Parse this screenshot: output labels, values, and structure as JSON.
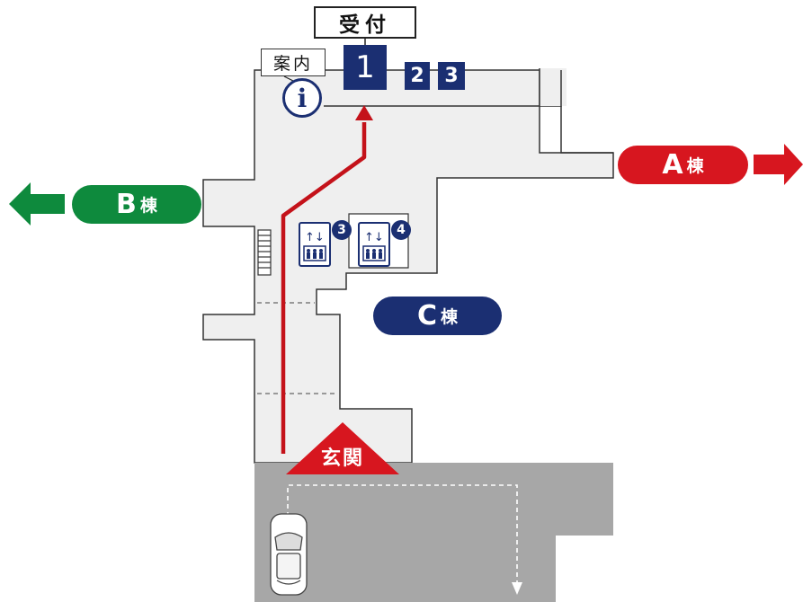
{
  "reception": {
    "label": "受付"
  },
  "info_desk": {
    "label": "案内",
    "icon": "information-icon"
  },
  "windows": [
    "1",
    "2",
    "3"
  ],
  "buildings": {
    "a": {
      "letter": "A",
      "suffix": "棟",
      "color": "#d7161f"
    },
    "b": {
      "letter": "B",
      "suffix": "棟",
      "color": "#0e8a3d"
    },
    "c": {
      "letter": "C",
      "suffix": "棟",
      "color": "#1b2f72"
    }
  },
  "entrance": {
    "label": "玄関",
    "color": "#d7161f"
  },
  "elevators": [
    {
      "number": "3",
      "icon": "elevator-icon"
    },
    {
      "number": "4",
      "icon": "elevator-icon"
    }
  ],
  "icons": [
    "information-icon",
    "elevator-icon",
    "stairs-icon",
    "car-icon",
    "arrow-left-icon",
    "arrow-right-icon"
  ],
  "colors": {
    "floor": "#efefef",
    "parking": "#a7a7a7",
    "route": "#c4121a",
    "navy": "#1b2f72"
  }
}
